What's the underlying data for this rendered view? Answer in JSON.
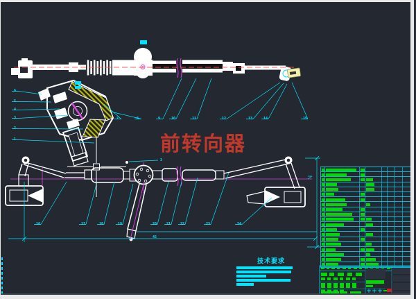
{
  "window": {
    "frame_color": "#e8e8e8",
    "canvas_color": "#232831"
  },
  "drawing": {
    "title": "前转向器",
    "title_color": "#c0392b",
    "tech_requirements": {
      "heading": "技术要求",
      "redacted_line_widths": [
        81,
        79,
        43,
        78,
        25
      ]
    },
    "dimensions": {
      "overall_length_label": "45"
    },
    "callouts": {
      "detail_left": [
        "6",
        "5",
        "4",
        "3",
        "2",
        "1"
      ],
      "upper_row": [
        "7",
        "8",
        "9",
        "10",
        "11",
        "12",
        "13",
        "14",
        "15"
      ],
      "lower_row": [
        "16",
        "17",
        "18",
        "19",
        "20",
        "21",
        "22",
        "23",
        "24"
      ],
      "flange_label": "3"
    },
    "palette": {
      "lines": "#ffffff",
      "leaders": "#00e5ff",
      "table_text": "#00d900",
      "centerline_red": "#ff4a4a",
      "centerline_magenta": "#e040e0",
      "hatch_yellow": "#b8b400",
      "highlight_label_bg": "#f4f0a6"
    },
    "parts_table": {
      "rows": [
        {
          "item": 4,
          "name": 44,
          "c": 6,
          "qty": 0
        },
        {
          "item": 4,
          "name": 30,
          "c": 6,
          "qty": 0
        },
        {
          "item": 4,
          "name": 36,
          "c": 6,
          "qty": 10
        },
        {
          "item": 4,
          "name": 16,
          "c": 0,
          "qty": 12
        },
        {
          "item": 4,
          "name": 18,
          "c": 0,
          "qty": 12
        },
        {
          "item": 4,
          "name": 12,
          "c": 6,
          "qty": 0
        },
        {
          "item": 4,
          "name": 28,
          "c": 6,
          "qty": 0
        },
        {
          "item": 4,
          "name": 30,
          "c": 0,
          "qty": 6
        },
        {
          "item": 4,
          "name": 24,
          "c": 6,
          "qty": 0
        },
        {
          "item": 4,
          "name": 38,
          "c": 6,
          "qty": 0
        },
        {
          "item": 4,
          "name": 40,
          "c": 6,
          "qty": 8
        },
        {
          "item": 4,
          "name": 26,
          "c": 0,
          "qty": 10
        },
        {
          "item": 4,
          "name": 16,
          "c": 6,
          "qty": 0
        },
        {
          "item": 4,
          "name": 20,
          "c": 0,
          "qty": 10
        },
        {
          "item": 4,
          "name": 18,
          "c": 6,
          "qty": 0
        },
        {
          "item": 4,
          "name": 22,
          "c": 0,
          "qty": 8
        },
        {
          "item": 4,
          "name": 14,
          "c": 6,
          "qty": 12
        },
        {
          "item": 4,
          "name": 26,
          "c": 0,
          "qty": 6
        },
        {
          "item": 4,
          "name": 22,
          "c": 6,
          "qty": 14
        },
        {
          "item": 4,
          "name": 18,
          "c": 6,
          "qty": 18
        }
      ]
    }
  }
}
